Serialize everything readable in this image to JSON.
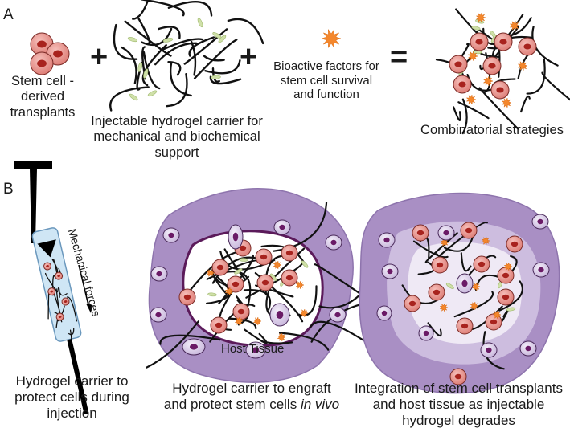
{
  "panel_a": {
    "label": "A",
    "stem_cell_label": "Stem cell -\nderived\ntransplants",
    "hydrogel_label": "Injectable hydrogel carrier for\nmechanical and biochemical support",
    "factors_label": "Bioactive factors for\nstem cell survival\nand function",
    "combo_label": "Combinatorial strategies",
    "plus1": "+",
    "plus2": "+",
    "equals": "="
  },
  "panel_b": {
    "label": "B",
    "force_label": "Mechanical forces",
    "syringe_caption": "Hydrogel carrier to\nprotect cells during\ninjection",
    "host_tissue_label": "Host Tissue",
    "engraft_caption_main": "Hydrogel carrier to engraft\nand protect stem cells ",
    "engraft_caption_italic": "in vivo",
    "integration_caption": "Integration of stem cell transplants\nand host tissue as injectable\nhydrogel degrades"
  },
  "colors": {
    "stem_cell_fill": "#e88a84",
    "stem_cell_nucleus": "#a8231e",
    "host_cell_fill": "#d9cde6",
    "host_cell_nucleus": "#6a1a66",
    "tissue": "#a98fc4",
    "tissue_light": "#cdbddf",
    "tissue_inner": "#efe9f5",
    "bioactive": "#f4872c",
    "crosslink": "#cfe0a8",
    "fiber": "#111111"
  }
}
